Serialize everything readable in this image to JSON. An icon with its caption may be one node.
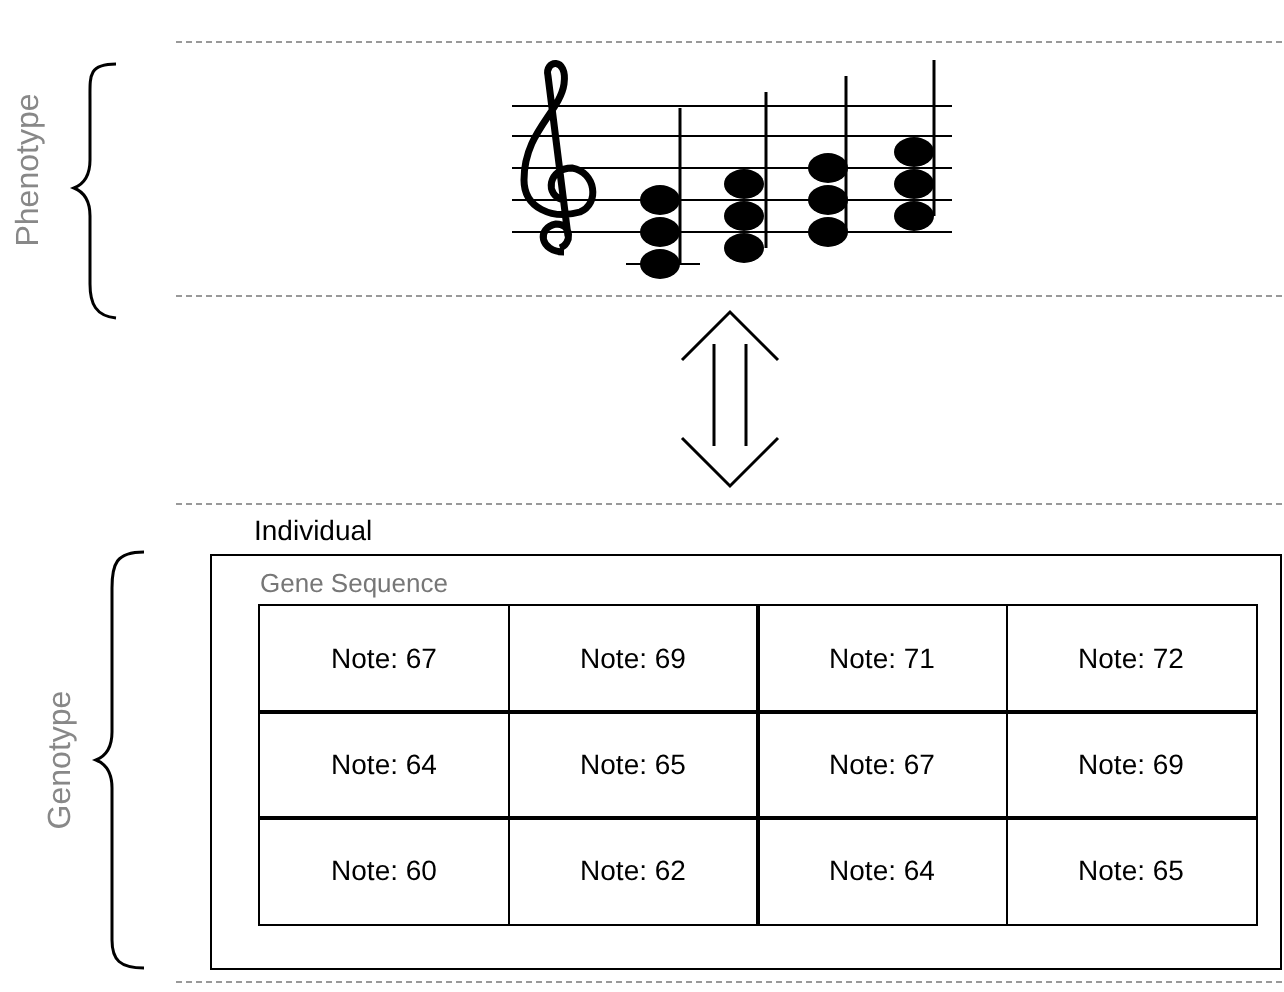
{
  "diagram": {
    "nodes": [
      {
        "text": [],
        "shape": "picture"
      },
      {
        "text": [
          "Individual"
        ]
      },
      {
        "text": [
          "Gene Sequence"
        ],
        "in": 1
      },
      {
        "text": [
          "Note: 67"
        ],
        "in": 2
      },
      {
        "text": [
          "Note: 69"
        ],
        "in": 2
      },
      {
        "text": [
          "Note: 71"
        ],
        "in": 2
      },
      {
        "text": [
          "Note: 72"
        ],
        "in": 2
      },
      {
        "text": [
          "Note: 64"
        ],
        "in": 2
      },
      {
        "text": [
          "Note: 65"
        ],
        "in": 2
      },
      {
        "text": [
          "Note: 67"
        ],
        "in": 2
      },
      {
        "text": [
          "Note: 69"
        ],
        "in": 2
      },
      {
        "text": [
          "Note: 60"
        ],
        "in": 2
      },
      {
        "text": [
          "Note: 62"
        ],
        "in": 2
      },
      {
        "text": [
          "Note: 64"
        ],
        "in": 2
      },
      {
        "text": [
          "Note: 65"
        ],
        "in": 2
      }
    ],
    "edges": [
      {
        "from": 0,
        "to": 1,
        "arrow": "both"
      }
    ],
    "labels": [
      "Phenotype",
      "Genotype"
    ]
  }
}
